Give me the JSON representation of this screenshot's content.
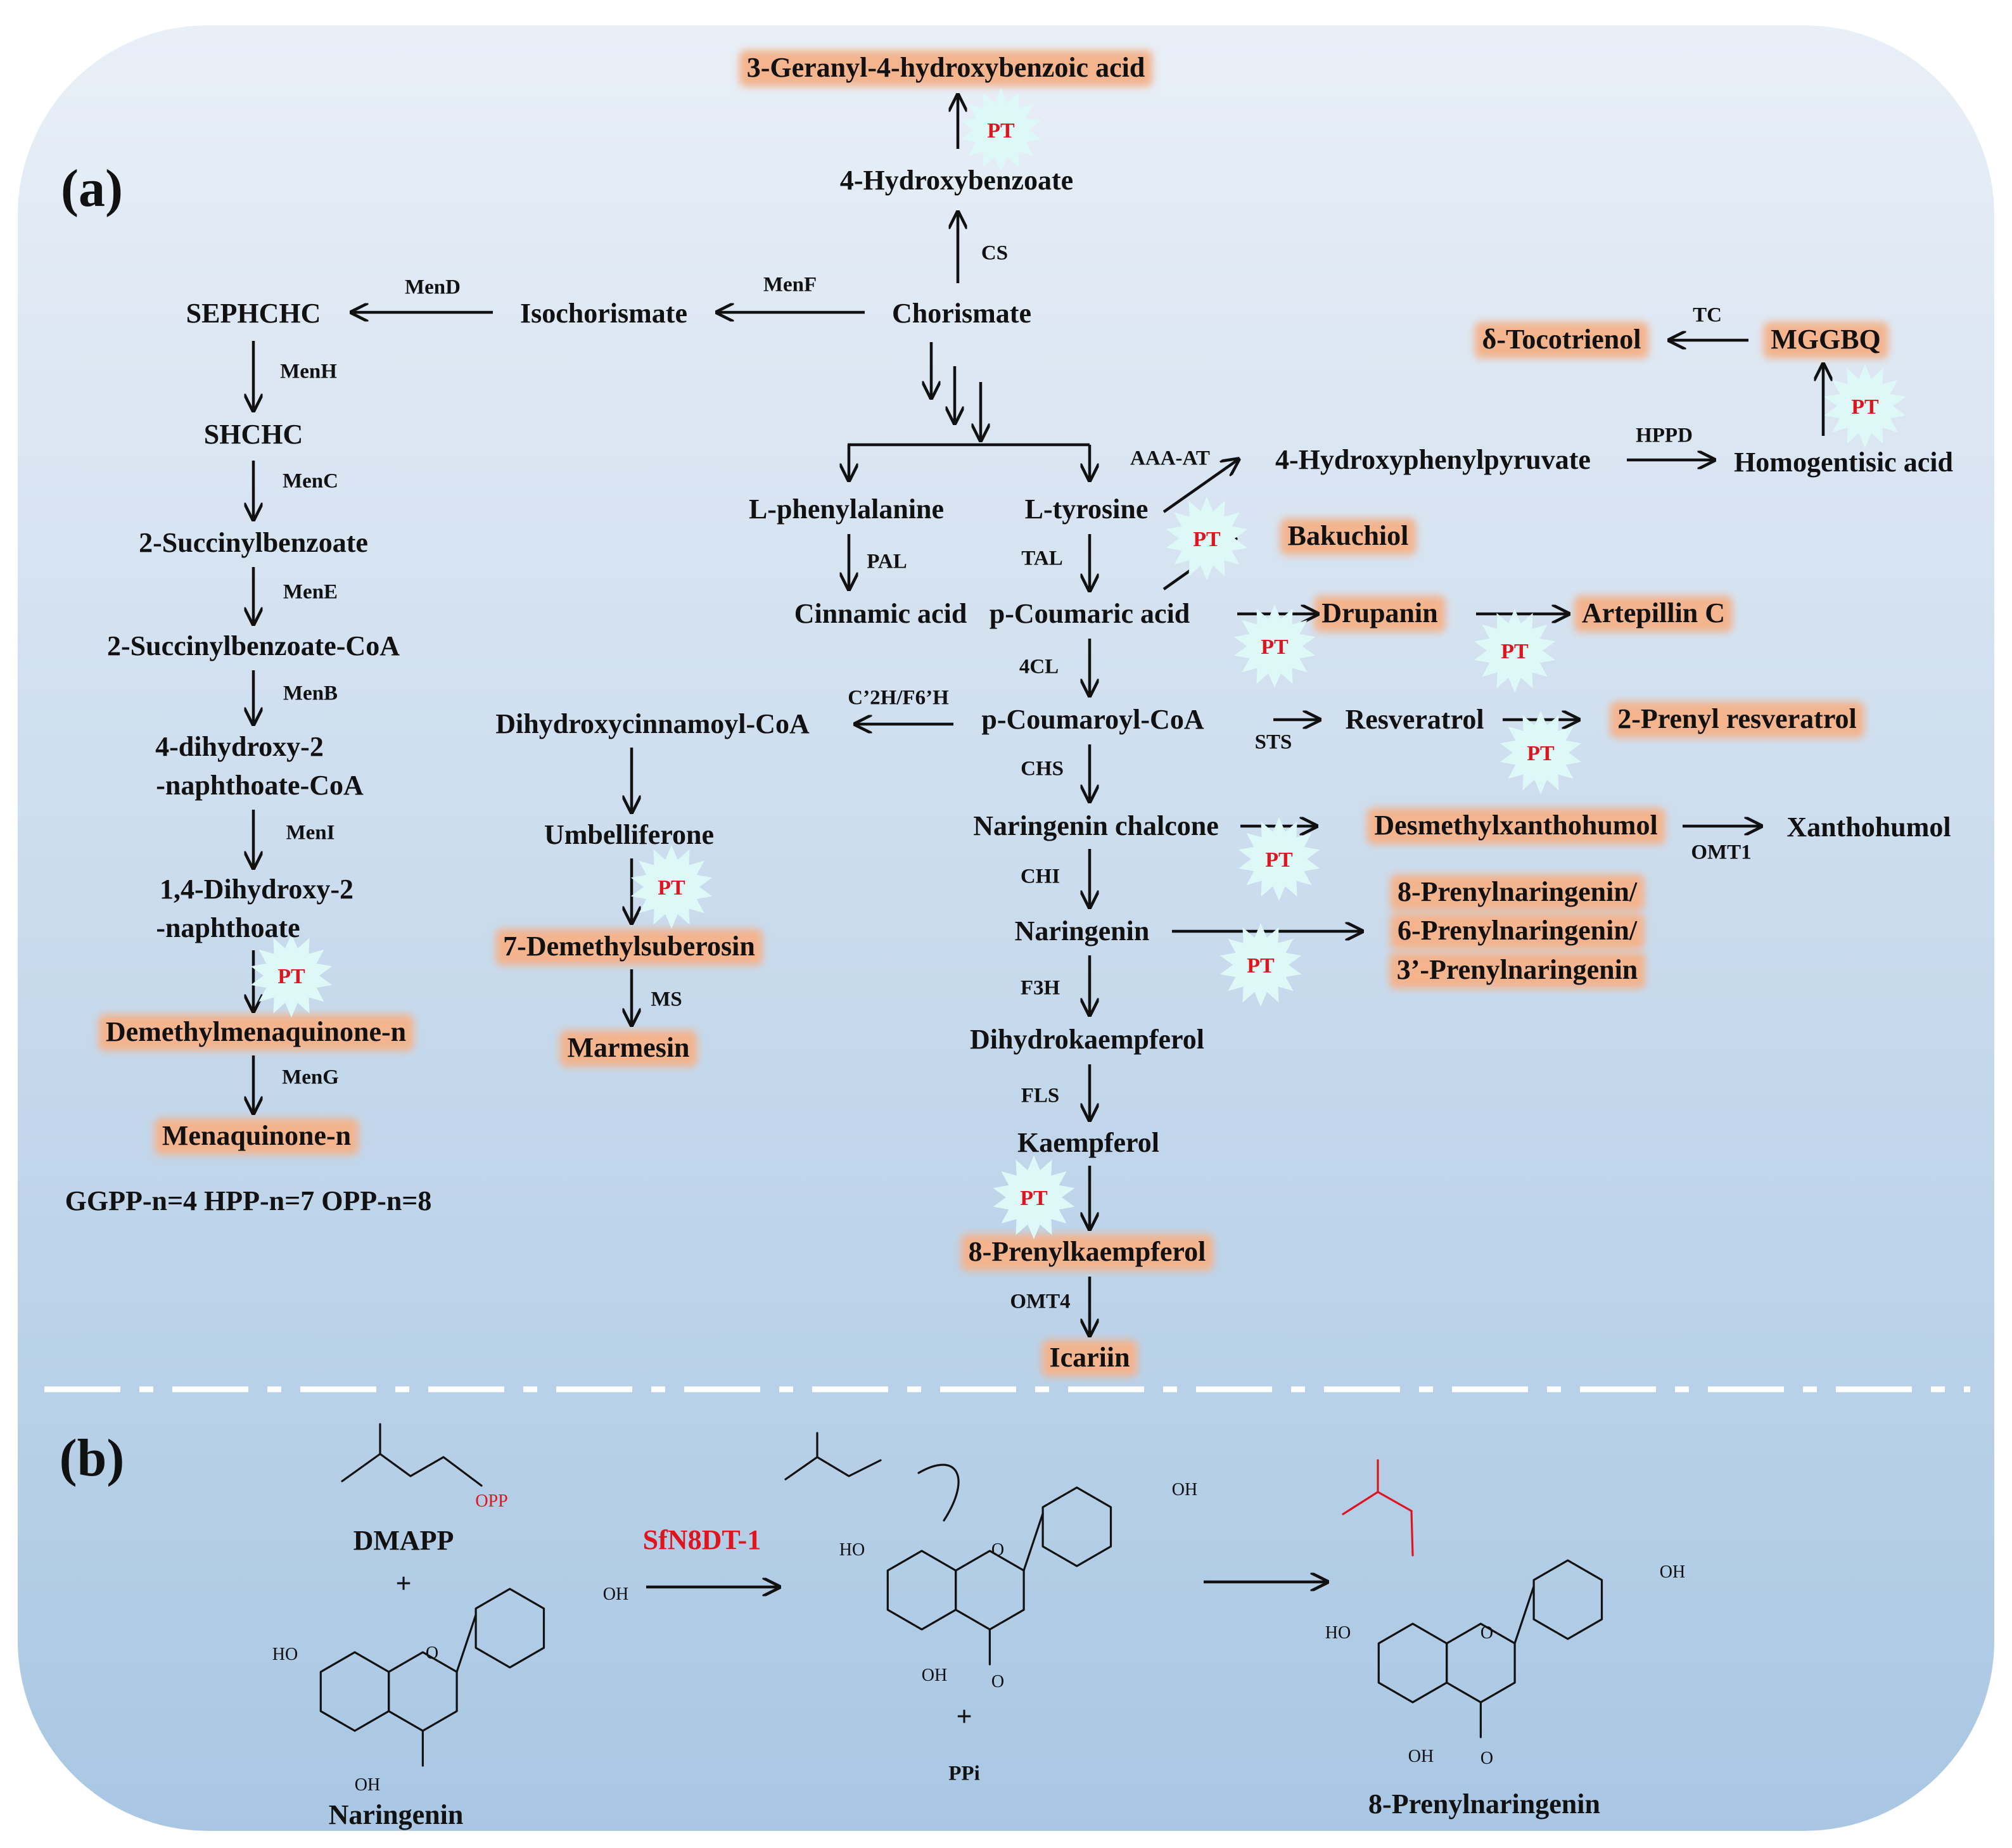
{
  "colors": {
    "background_top": "#e9eff7",
    "background_bottom": "#a9c7e3",
    "highlight": "#f3b48e",
    "burst_fill": "#ddf8f6",
    "pt_text": "#e0141e",
    "sfn_text": "#e0141e",
    "prenyl_chain": "#e0141e",
    "divider": "#ffffff",
    "text": "#111111"
  },
  "panels": {
    "a": "(a)",
    "b": "(b)"
  },
  "nodes": {
    "geranyl": "3-Geranyl-4-hydroxybenzoic acid",
    "hydroxybenzoate": "4-Hydroxybenzoate",
    "chorismate": "Chorismate",
    "isochorismate": "Isochorismate",
    "sephchc": "SEPHCHC",
    "shchc": "SHCHC",
    "succinylbenzoate": "2-Succinylbenzoate",
    "succinylbenzoate_coa": "2-Succinylbenzoate-CoA",
    "dihydroxy_coa_1": "4-dihydroxy-2",
    "dihydroxy_coa_2": "-naphthoate-CoA",
    "dihydroxy_nap_1": "1,4-Dihydroxy-2",
    "dihydroxy_nap_2": "-naphthoate",
    "demethylmenaquinone": "Demethylmenaquinone-n",
    "menaquinone": "Menaquinone-n",
    "gpp_note": "GGPP-n=4  HPP-n=7  OPP-n=8",
    "phenylalanine": "L-phenylalanine",
    "tyrosine": "L-tyrosine",
    "cinnamic": "Cinnamic acid",
    "coumaric": "p-Coumaric acid",
    "coumaroyl": "p-Coumaroyl-CoA",
    "dihydroxycinnamoyl": "Dihydroxycinnamoyl-CoA",
    "umbelliferone": "Umbelliferone",
    "demethylsuberosin": "7-Demethylsuberosin",
    "marmesin": "Marmesin",
    "hppyruvate": "4-Hydroxyphenylpyruvate",
    "homogentisic": "Homogentisic acid",
    "mggbq": "MGGBQ",
    "tocotrienol": "δ-Tocotrienol",
    "bakuchiol": "Bakuchiol",
    "drupanin": "Drupanin",
    "artepillin": "Artepillin C",
    "resveratrol": "Resveratrol",
    "prenyl_resveratrol": "2-Prenyl resveratrol",
    "chalcone": "Naringenin chalcone",
    "desmethylxanthohumol": "Desmethylxanthohumol",
    "xanthohumol": "Xanthohumol",
    "naringenin": "Naringenin",
    "prenylnar_1": "8-Prenylnaringenin/",
    "prenylnar_2": "6-Prenylnaringenin/",
    "prenylnar_3": "3’-Prenylnaringenin",
    "dihydrokaempferol": "Dihydrokaempferol",
    "kaempferol": "Kaempferol",
    "prenylkaempferol": "8-Prenylkaempferol",
    "icariin": "Icariin"
  },
  "enzymes": {
    "cs": "CS",
    "menf": "MenF",
    "mend": "MenD",
    "menh": "MenH",
    "menc": "MenC",
    "mene": "MenE",
    "menb": "MenB",
    "meni": "MenI",
    "meng": "MenG",
    "pal": "PAL",
    "tal": "TAL",
    "fourcl": "4CL",
    "c2h": "C’2H/F6’H",
    "sts": "STS",
    "chs": "CHS",
    "chi": "CHI",
    "f3h": "F3H",
    "fls": "FLS",
    "omt4": "OMT4",
    "aaa_at": "AAA-AT",
    "hppd": "HPPD",
    "tc": "TC",
    "omt1": "OMT1",
    "ms": "MS"
  },
  "pt_label": "PT",
  "panel_b": {
    "dmapp": "DMAPP",
    "opp": "OPP",
    "plus": "+",
    "naringenin": "Naringenin",
    "enzyme": "SfN8DT-1",
    "ppi": "PPi",
    "product": "8-Prenylnaringenin",
    "oh": "OH",
    "ho": "HO",
    "o": "O"
  }
}
